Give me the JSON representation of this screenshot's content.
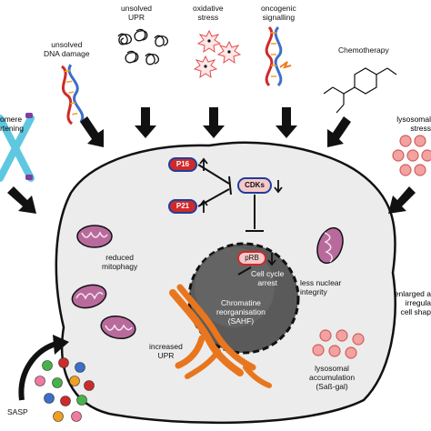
{
  "stressors": {
    "dna_damage": [
      "unsolved",
      "DNA damage"
    ],
    "upr": [
      "unsolved",
      "UPR"
    ],
    "oxidative": [
      "oxidative",
      "stress"
    ],
    "oncogenic": [
      "oncogenic",
      "signalling"
    ],
    "chemotherapy": "Chemotherapy",
    "telomere": [
      "omere",
      "rtening"
    ],
    "lysosomal": [
      "lysosomal",
      "stress"
    ]
  },
  "cell": {
    "p16": "P16",
    "p21": "P21",
    "cdks": "CDKs",
    "prb": "pRB",
    "cell_cycle_arrest": [
      "Cell cycle",
      "arrest"
    ],
    "nucleus": [
      "Chromatine",
      "reorganisation",
      "(SAHF)"
    ],
    "reduced_mitophagy": [
      "reduced",
      "mitophagy"
    ],
    "less_nuclear_integrity": [
      "less nuclear",
      "integrity"
    ],
    "increased_upr": [
      "increased",
      "UPR"
    ],
    "lysosomal_accumulation": [
      "lysosomal",
      "accumulation",
      "(Saß-gal)"
    ]
  },
  "outside": {
    "enlarged": [
      "enlarged a",
      "irregula",
      "cell shap"
    ],
    "sasp": "SASP"
  },
  "colors": {
    "cell_fill": "#ececec",
    "nucleus_fill": "#5a5a5a",
    "mito_fill": "#b86a9c",
    "er": "#e8761e",
    "lysosome": "#f2a2a0",
    "pill_fill": "#cf2a2a",
    "pill_border": "#1f3e9a"
  }
}
